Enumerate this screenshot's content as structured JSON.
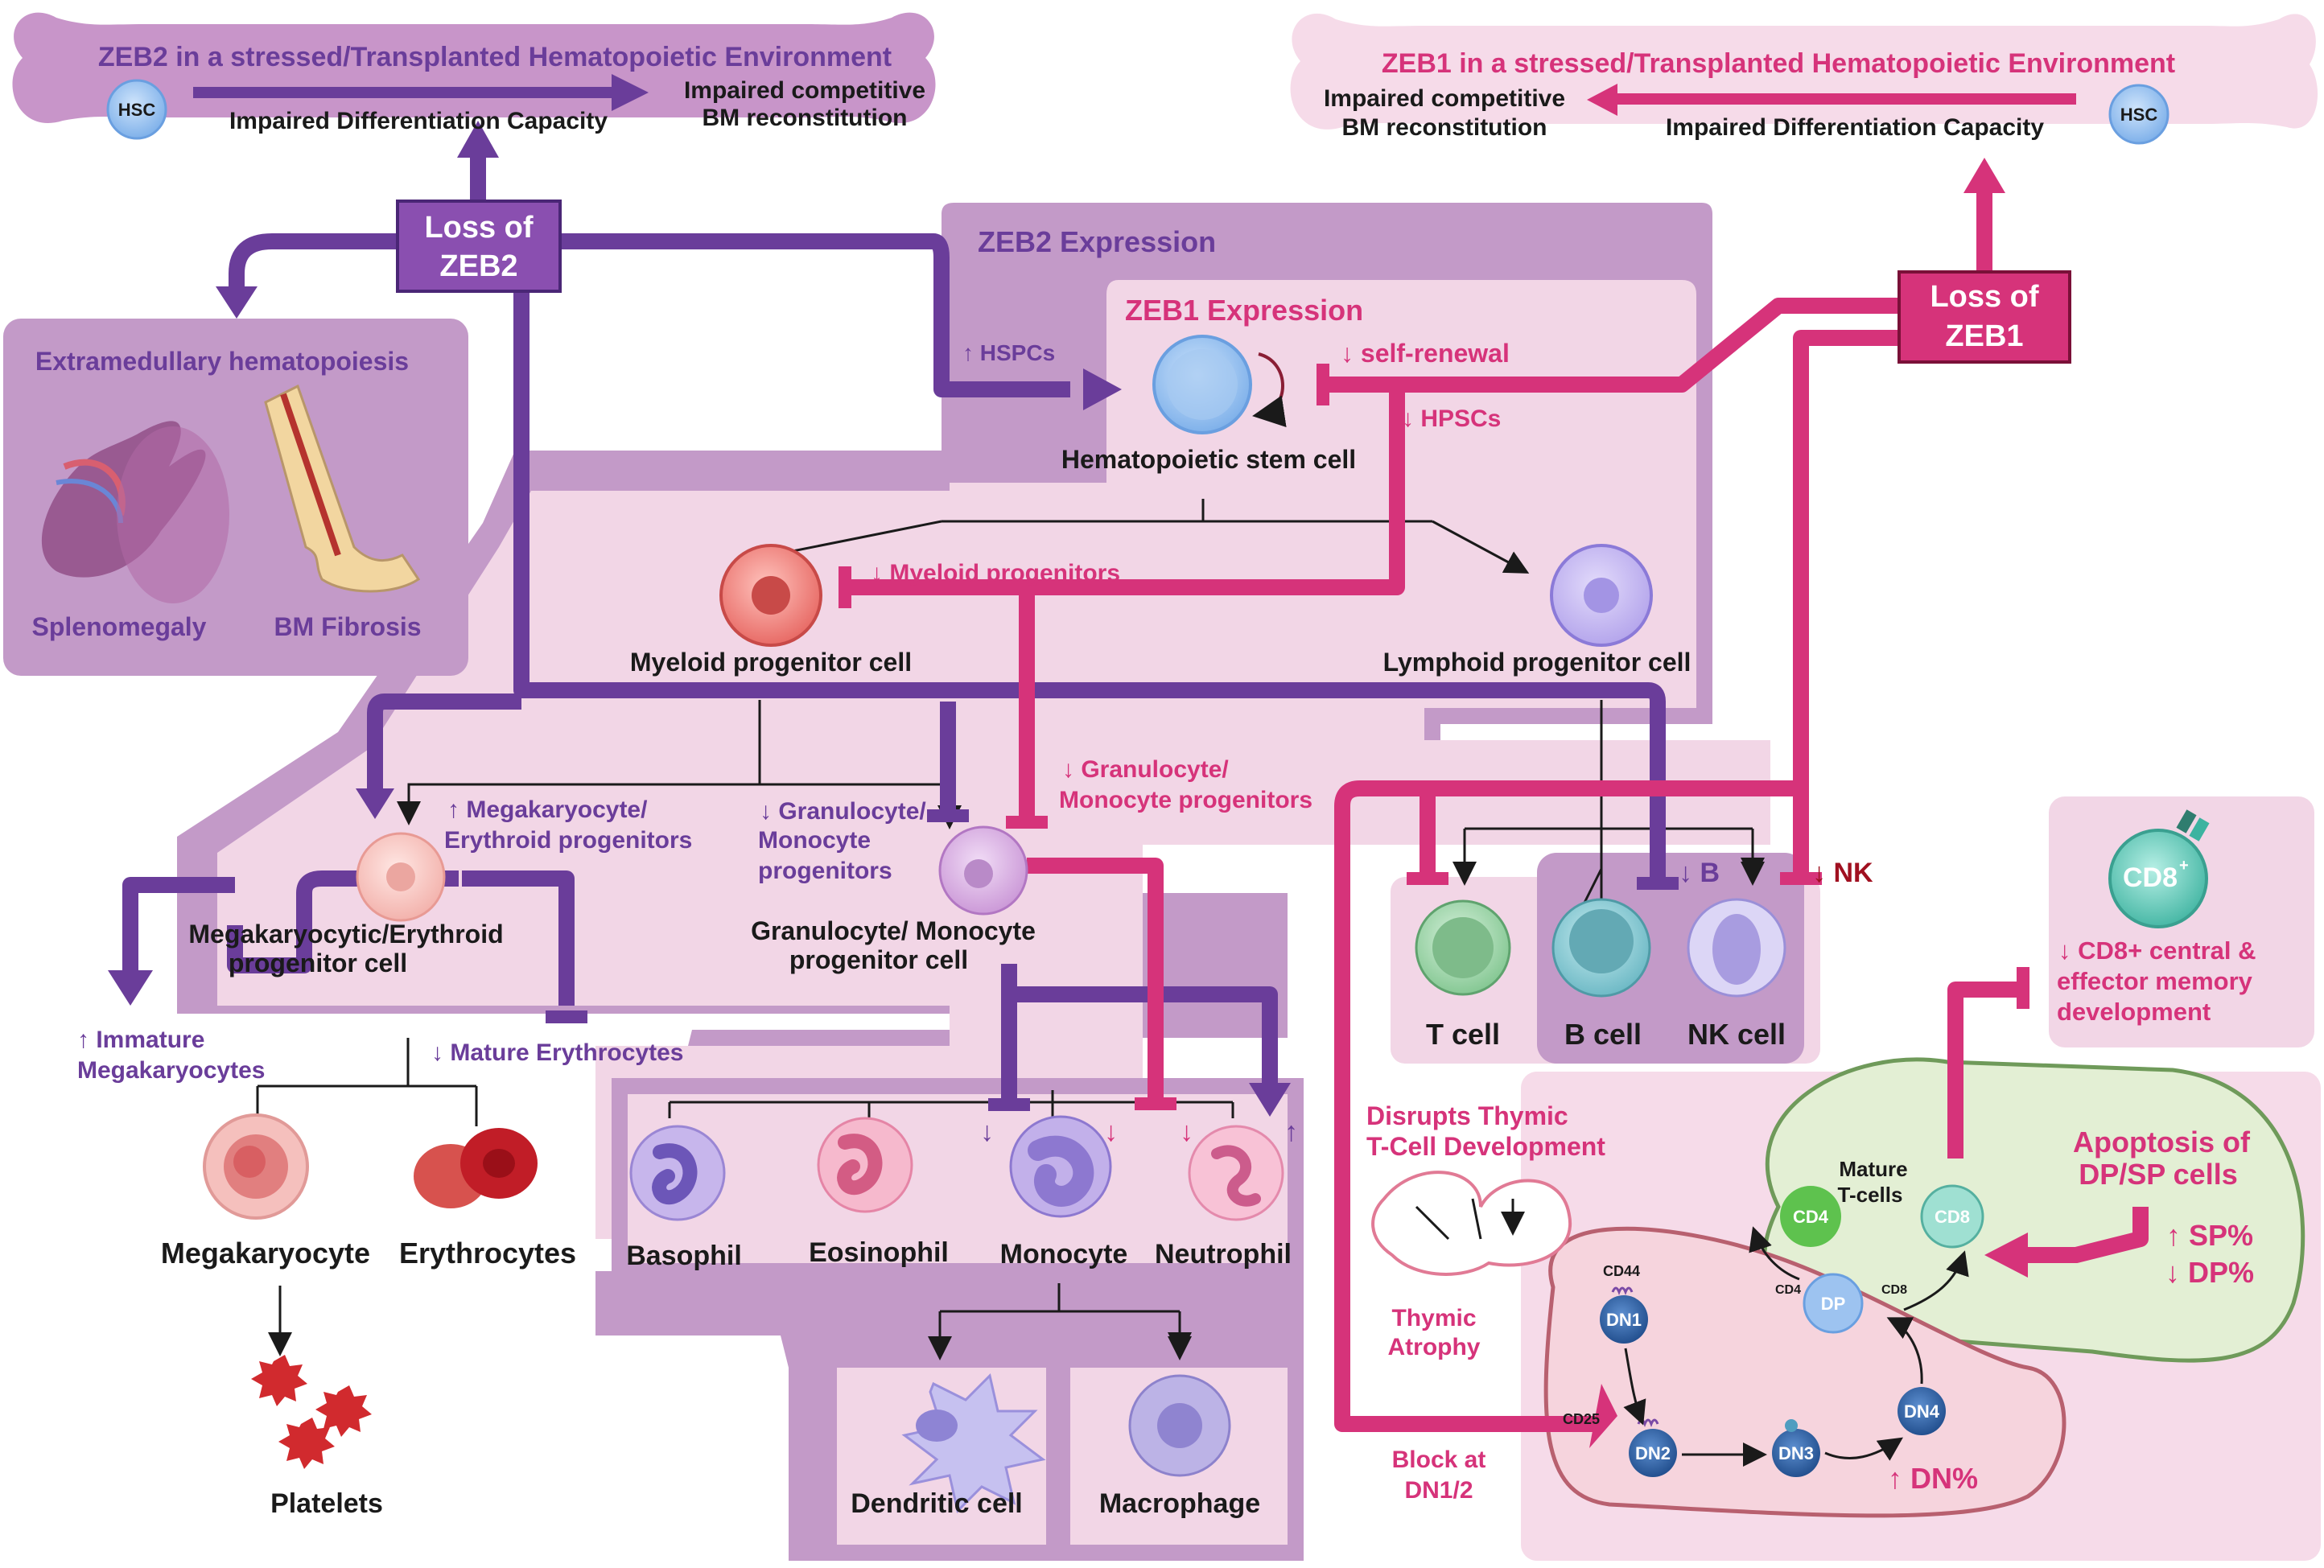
{
  "colors": {
    "zeb2_purple": "#6a3d9a",
    "zeb1_pink": "#d6337a",
    "zeb2_region": "#c39ac8",
    "zeb1_region": "#f2d6e6",
    "bone_left": "#c895c9",
    "bone_right": "#f6dbe9"
  },
  "top_left_bone": {
    "title": "ZEB2 in a stressed/Transplanted Hematopoietic Environment",
    "hsc": "HSC",
    "arrow_label": "Impaired Differentiation Capacity",
    "outcome_line1": "Impaired competitive",
    "outcome_line2": "BM reconstitution"
  },
  "top_right_bone": {
    "title": "ZEB1 in a stressed/Transplanted Hematopoietic Environment",
    "hsc": "HSC",
    "arrow_label": "Impaired Differentiation Capacity",
    "outcome_line1": "Impaired competitive",
    "outcome_line2": "BM reconstitution"
  },
  "loss_zeb2": {
    "line1": "Loss of",
    "line2": "ZEB2"
  },
  "loss_zeb1": {
    "line1": "Loss of",
    "line2": "ZEB1"
  },
  "extramedullary": {
    "title": "Extramedullary hematopoiesis",
    "splenomegaly": "Splenomegaly",
    "bm_fibrosis": "BM Fibrosis"
  },
  "zeb2_expression": "ZEB2 Expression",
  "zeb1_expression": "ZEB1 Expression",
  "effects": {
    "hspcs_up": "↑ HSPCs",
    "self_renewal": "↓ self-renewal",
    "hpscs_down": "↓ HPSCs",
    "myeloid_down": "↓ Myeloid progenitors",
    "gran_mono_pink_1": "↓ Granulocyte/",
    "gran_mono_pink_2": "Monocyte progenitors",
    "mega_ery_1": "↑  Megakaryocyte/",
    "mega_ery_2": "Erythroid progenitors",
    "gran_purple_1": "↓ Granulocyte/",
    "gran_purple_2": "Monocyte",
    "gran_purple_3": "progenitors",
    "immature_1": "↑  Immature",
    "immature_2": "Megakaryocytes",
    "mature_ery": "↓ Mature Erythrocytes",
    "b_down": "↓ B",
    "nk_down": "↓ NK",
    "disrupts_1": "Disrupts Thymic",
    "disrupts_2": "T-Cell Development",
    "atrophy_1": "Thymic",
    "atrophy_2": "Atrophy",
    "block_1": "Block at",
    "block_2": "DN1/2",
    "apoptosis_1": "Apoptosis of",
    "apoptosis_2": "DP/SP cells",
    "sp_up": "↑ SP%",
    "dp_down": "↓ DP%",
    "dn_up": "↑ DN%",
    "cd8_1": "↓  CD8+ central &",
    "cd8_2": "effector memory",
    "cd8_3": "development"
  },
  "cells": {
    "hsc": "Hematopoietic stem cell",
    "myeloid": "Myeloid progenitor cell",
    "lymphoid": "Lymphoid progenitor cell",
    "mep_1": "Megakaryocytic/Erythroid",
    "mep_2": "progenitor cell",
    "gmp_1": "Granulocyte/ Monocyte",
    "gmp_2": "progenitor cell",
    "megakaryocyte": "Megakaryocyte",
    "erythrocytes": "Erythrocytes",
    "platelets": "Platelets",
    "basophil": "Basophil",
    "eosinophil": "Eosinophil",
    "monocyte": "Monocyte",
    "neutrophil": "Neutrophil",
    "dendritic": "Dendritic cell",
    "macrophage": "Macrophage",
    "t_cell": "T cell",
    "b_cell": "B cell",
    "nk_cell": "NK cell"
  },
  "thymus": {
    "cd8_circle": "CD8",
    "plus": "+",
    "mature_1": "Mature",
    "mature_2": "T-cells",
    "cd4p": "CD4",
    "cd8p": "CD8",
    "dp": "DP",
    "cd4": "CD4",
    "cd8": "CD8",
    "cd44": "CD44",
    "cd25": "CD25",
    "dn1": "DN1",
    "dn2": "DN2",
    "dn3": "DN3",
    "dn4": "DN4"
  }
}
